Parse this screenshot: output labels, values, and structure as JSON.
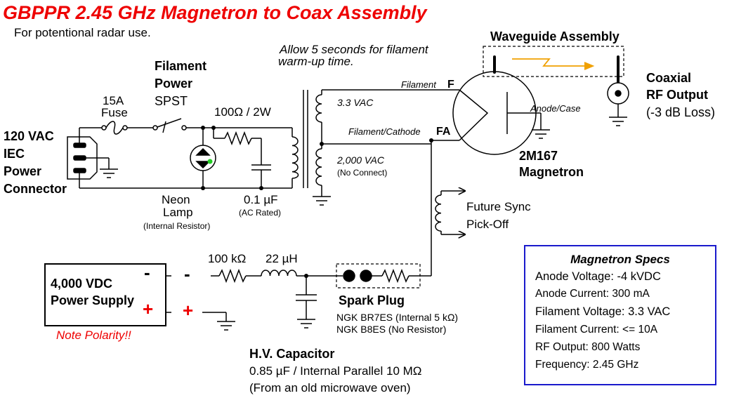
{
  "title": "GBPPR 2.45 GHz Magnetron to Coax Assembly",
  "subtitle": "For potentional radar use.",
  "warmup_note": [
    "Allow 5 seconds for filament",
    "warm-up time."
  ],
  "power_input": {
    "lines": [
      "120 VAC",
      "IEC",
      "Power",
      "Connector"
    ]
  },
  "fuse": {
    "rating": "15A",
    "label": "Fuse"
  },
  "switch": {
    "lines": [
      "Filament",
      "Power",
      "SPST"
    ]
  },
  "resistor_filament": {
    "label": "100Ω / 2W"
  },
  "neon_lamp": {
    "lines": [
      "Neon",
      "Lamp"
    ],
    "note": "(Internal Resistor)"
  },
  "capacitor_filament": {
    "value": "0.1 µF",
    "note": "(AC Rated)"
  },
  "transformer": {
    "primary_voltage": "3.3 VAC",
    "secondary_voltage": "2,000 VAC",
    "secondary_note": "(No Connect)"
  },
  "magnetron": {
    "filament_label": "Filament",
    "filament_pin": "F",
    "cathode_label": "Filament/Cathode",
    "cathode_pin": "FA",
    "anode_label": "Anode/Case",
    "model_lines": [
      "2M167",
      "Magnetron"
    ]
  },
  "waveguide": {
    "label": "Waveguide Assembly"
  },
  "rf_output": {
    "lines": [
      "Coaxial",
      "RF Output",
      "(-3 dB Loss)"
    ]
  },
  "sync": {
    "lines": [
      "Future Sync",
      "Pick-Off"
    ]
  },
  "power_supply": {
    "lines": [
      "4,000 VDC",
      "Power Supply"
    ],
    "neg": "-",
    "pos": "+",
    "polarity_note": "Note Polarity!!"
  },
  "hv_resistor": {
    "value": "100 kΩ"
  },
  "hv_inductor": {
    "value": "22 µH"
  },
  "spark_plug": {
    "label": "Spark Plug",
    "line1": "NGK BR7ES (Internal 5 kΩ)",
    "line2": "NGK B8ES (No Resistor)"
  },
  "hv_capacitor": {
    "label": "H.V. Capacitor",
    "line1": "0.85 µF / Internal Parallel 10 MΩ",
    "line2": "(From an old microwave oven)"
  },
  "specs": {
    "title": "Magnetron Specs",
    "lines": [
      "Anode Voltage: -4 kVDC",
      "Anode Current: 300 mA",
      "Filament Voltage: 3.3 VAC",
      "Filament Current: <= 10A",
      "RF Output: 800 Watts",
      "Frequency: 2.45 GHz"
    ]
  },
  "colors": {
    "title": "#ee0000",
    "polarity": "#ee0000",
    "specs_border": "#1a1acc",
    "neon_dot": "#22cc22",
    "arrow": "#f0a000"
  }
}
